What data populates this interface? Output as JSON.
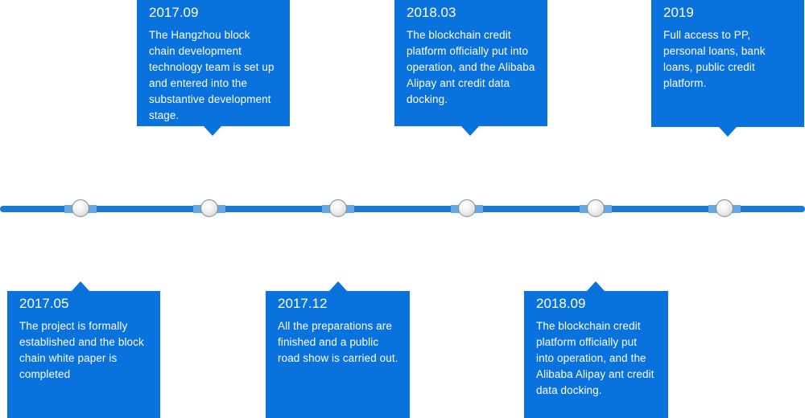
{
  "events": [
    {
      "date": "2017.05",
      "text": "The project is formally established and the block chain white paper is completed"
    },
    {
      "date": "2017.09",
      "text": "The Hangzhou block chain development technology team is set up and entered into the substantive development stage."
    },
    {
      "date": "2017.12",
      "text": "All the preparations are finished and a public road show is carried out."
    },
    {
      "date": "2018.03",
      "text": "The blockchain credit platform officially put into operation, and the Alibaba Alipay ant credit data docking."
    },
    {
      "date": "2018.09",
      "text": "The blockchain credit platform officially put into operation, and the Alibaba Alipay ant credit data docking."
    },
    {
      "date": "2019",
      "text": "Full access to PP, personal loans, bank loans, public credit platform."
    }
  ],
  "colors": {
    "card": "#0a72dc",
    "line": "#1a7ad4"
  }
}
